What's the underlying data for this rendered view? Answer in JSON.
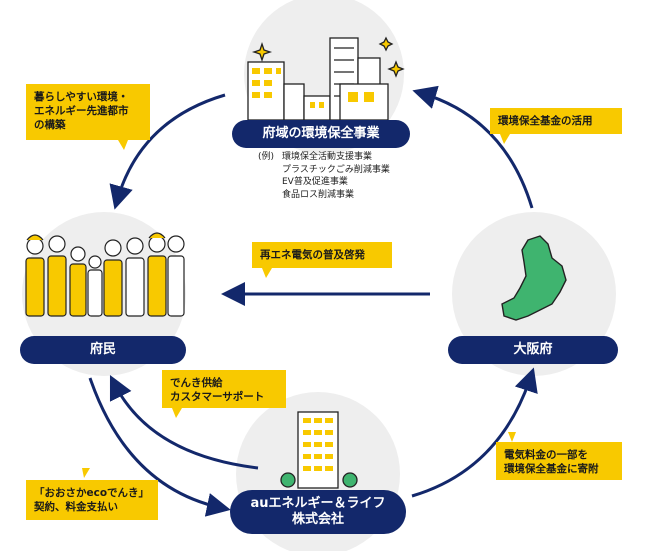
{
  "nodes": {
    "top": {
      "label": "府域の環境保全事業"
    },
    "left": {
      "label": "府民"
    },
    "right": {
      "label": "大阪府"
    },
    "bottom": {
      "line1": "auエネルギー＆ライフ",
      "line2": "株式会社"
    }
  },
  "examples": {
    "label": "(例)",
    "items": [
      "環境保全活動支援事業",
      "プラスチックごみ削減事業",
      "EV普及促進事業",
      "食品ロス削減事業"
    ]
  },
  "callouts": {
    "top_left": [
      "暮らしやすい環境・",
      "エネルギー先進都市",
      "の構築"
    ],
    "top_right": [
      "環境保全基金の活用"
    ],
    "middle": [
      "再エネ電気の普及啓発"
    ],
    "bottom_center": [
      "でんき供給",
      "カスタマーサポート"
    ],
    "bottom_left": [
      "「おおさかecoでんき」",
      "契約、料金支払い"
    ],
    "bottom_right": [
      "電気料金の一部を",
      "環境保全基金に寄附"
    ]
  },
  "colors": {
    "navy": "#13286b",
    "yellow": "#f8c900",
    "circle": "#eeeeee",
    "green": "#3fb46f"
  }
}
